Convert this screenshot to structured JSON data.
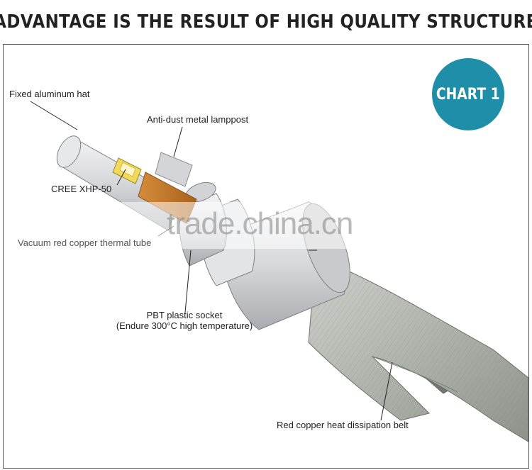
{
  "title": "ADVANTAGE IS THE RESULT OF HIGH QUALITY STRUCTURE",
  "badge": "CHART 1",
  "labels": {
    "fixed_hat": "Fixed aluminum hat",
    "lamppost": "Anti-dust metal lamppost",
    "cree": "CREE XHP-50",
    "thermal_tube": "Vacuum red copper thermal tube",
    "socket_line1": "PBT plastic socket",
    "socket_line2": "(Endure 300°C high temperature)",
    "belt": "Red copper heat dissipation belt"
  },
  "watermark": "trade.china.cn",
  "colors": {
    "badge": "#1f8ea8",
    "copper": "#c97a2a",
    "led": "#f1d95a",
    "body": "#d8d9dc",
    "belt": "#b7bcb5"
  }
}
